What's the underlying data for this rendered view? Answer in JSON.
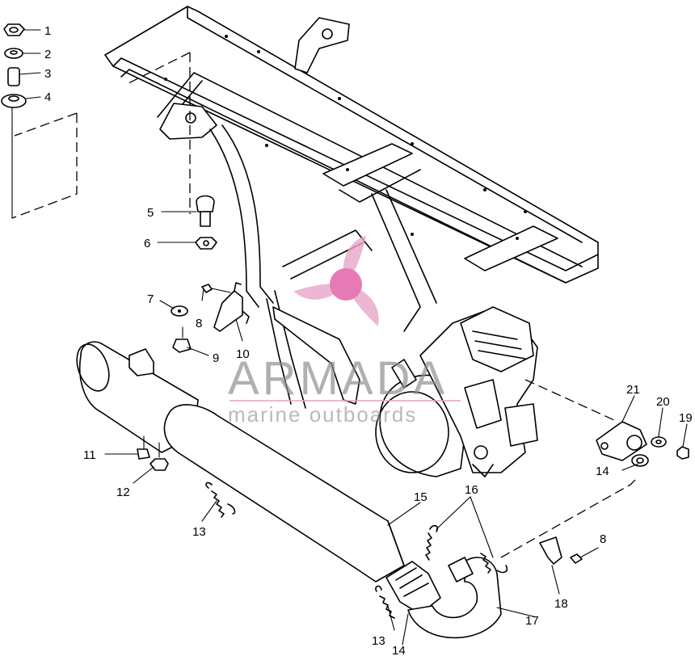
{
  "callouts": [
    "1",
    "2",
    "3",
    "4",
    "5",
    "6",
    "7",
    "8",
    "9",
    "10",
    "11",
    "12",
    "13",
    "15",
    "16",
    "17",
    "18",
    "19",
    "20",
    "21",
    "14"
  ],
  "watermark": {
    "brand": "ARMADA",
    "tagline": "marine outboards",
    "accent_color": "#e7a6c9",
    "text_color": "#8c8c8c"
  }
}
